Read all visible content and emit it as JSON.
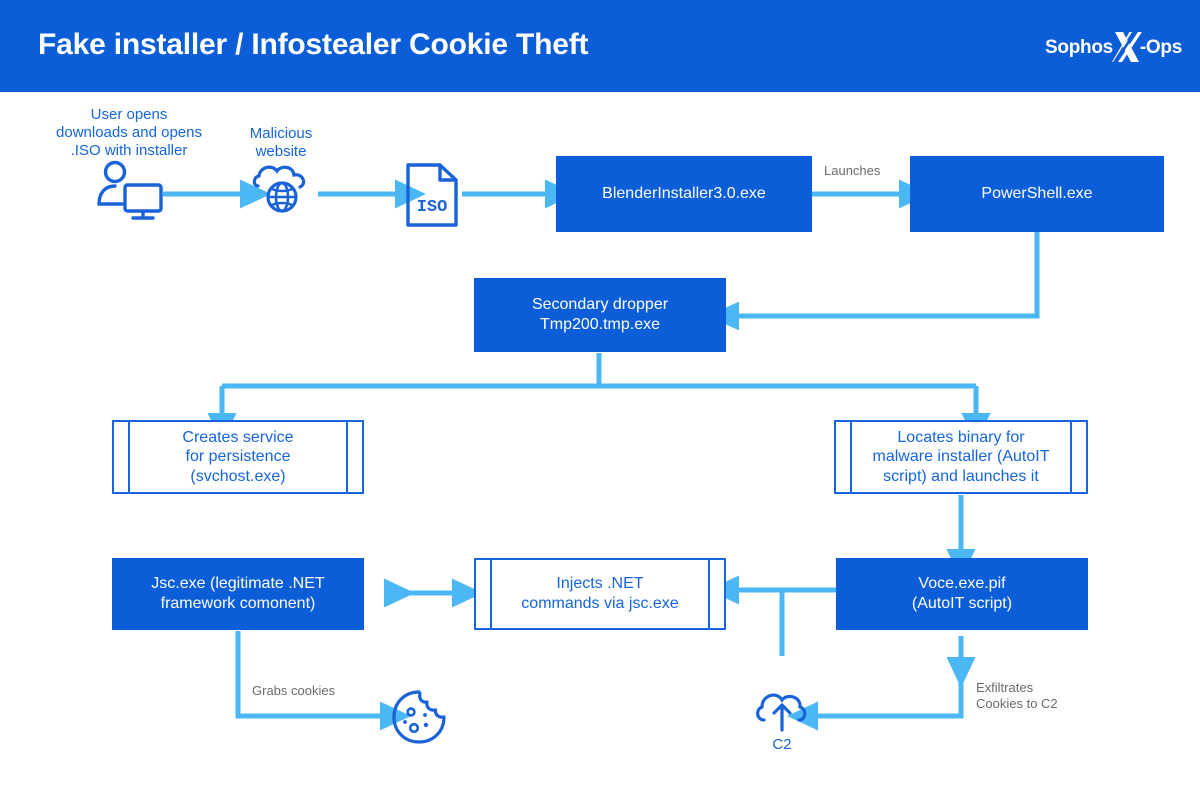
{
  "header": {
    "title": "Fake installer / Infostealer Cookie Theft",
    "logo": {
      "left_word": "Sophos",
      "right_word": "-Ops",
      "x_mark": "x-logo-icon"
    },
    "bg_color": "#0B5ED7"
  },
  "colors": {
    "header_blue": "#0B5ED7",
    "box_blue": "#0B5ED7",
    "outline_blue": "#1565DD",
    "arrow_blue": "#4BB8F5",
    "icon_blue": "#1A62D8",
    "label_gray": "#6B6B6B",
    "white": "#FFFFFF"
  },
  "captions": [
    {
      "id": "user-caption",
      "text": "User opens\ndownloads and opens\n.ISO with installer"
    },
    {
      "id": "website-caption",
      "text": "Malicious\nwebsite"
    }
  ],
  "icons": [
    {
      "id": "user-computer-icon",
      "name": "user-at-computer-icon",
      "label": ""
    },
    {
      "id": "cloud-globe-icon",
      "name": "cloud-globe-icon",
      "label": ""
    },
    {
      "id": "iso-file-icon",
      "name": "iso-file-icon",
      "label": "ISO"
    },
    {
      "id": "cookie-icon",
      "name": "cookie-icon",
      "label": ""
    },
    {
      "id": "c2-cloud-icon",
      "name": "cloud-upload-icon",
      "label": "C2"
    }
  ],
  "nodes": [
    {
      "id": "blender-installer",
      "label": "BlenderInstaller3.0.exe",
      "style": "filled"
    },
    {
      "id": "powershell",
      "label": "PowerShell.exe",
      "style": "filled"
    },
    {
      "id": "secondary-dropper",
      "label": "Secondary dropper\nTmp200.tmp.exe",
      "style": "filled"
    },
    {
      "id": "creates-service",
      "label": "Creates service\nfor persistence\n(svchost.exe)",
      "style": "process"
    },
    {
      "id": "locates-binary",
      "label": "Locates binary for\nmalware installer (AutoIT\nscript) and launches it",
      "style": "process"
    },
    {
      "id": "jsc-exe",
      "label": "Jsc.exe (legitimate .NET\nframework comonent)",
      "style": "filled"
    },
    {
      "id": "injects-net",
      "label": "Injects .NET\ncommands via jsc.exe",
      "style": "process"
    },
    {
      "id": "voce-exe",
      "label": "Voce.exe.pif\n(AutoIT script)",
      "style": "filled"
    }
  ],
  "edge_labels": [
    {
      "id": "launches-label",
      "text": "Launches"
    },
    {
      "id": "grabs-cookies-label",
      "text": "Grabs cookies"
    },
    {
      "id": "exfiltrates-label",
      "text": "Exfiltrates\nCookies to C2"
    }
  ],
  "iso_label": "ISO",
  "c2_label": "C2"
}
